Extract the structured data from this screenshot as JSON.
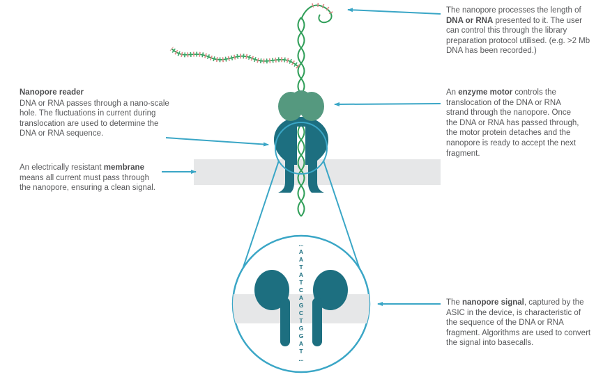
{
  "figure": {
    "title": "Nanopore sequencing diagram",
    "colors": {
      "accent": "#3aa6c6",
      "text": "#58595b",
      "membrane": "#e6e7e8",
      "pore": "#1d6f80",
      "enzyme": "#55997f",
      "dna": "#2f9e58",
      "tick_red": "#e08585",
      "tick_green": "#3fa86a",
      "white": "#ffffff"
    }
  },
  "annotations": {
    "library": {
      "segments": [
        {
          "t": "The nanopore processes the length of "
        },
        {
          "t": "DNA or RNA",
          "b": true
        },
        {
          "t": " presented to it. The user can control this through the library preparation protocol utilised. (e.g. >2 Mb DNA has been recorded.)"
        }
      ]
    },
    "reader": {
      "heading": "Nanopore reader",
      "segments": [
        {
          "t": "DNA or RNA passes through a nano-scale hole. The fluctuations in current during translocation are used to determine the DNA or RNA sequence."
        }
      ]
    },
    "membrane": {
      "segments": [
        {
          "t": "An electrically resistant "
        },
        {
          "t": "membrane",
          "b": true
        },
        {
          "t": " means all current must pass through the nanopore, ensuring a clean signal."
        }
      ]
    },
    "enzyme": {
      "segments": [
        {
          "t": "An "
        },
        {
          "t": "enzyme motor",
          "b": true
        },
        {
          "t": " controls the translocation of the DNA or RNA strand through the nanopore. Once the DNA or RNA has passed through, the motor protein detaches and the nanopore is ready to accept the next fragment."
        }
      ]
    },
    "signal": {
      "segments": [
        {
          "t": "The "
        },
        {
          "t": "nanopore signal",
          "b": true
        },
        {
          "t": ", captured by the ASIC in the device, is characteristic of the sequence of the DNA or RNA fragment. Algorithms are used to convert the signal into basecalls."
        }
      ]
    }
  },
  "magnifier": {
    "sequence": [
      "...",
      "A",
      "A",
      "T",
      "A",
      "T",
      "C",
      "A",
      "G",
      "C",
      "T",
      "G",
      "G",
      "A",
      "T",
      "..."
    ]
  }
}
